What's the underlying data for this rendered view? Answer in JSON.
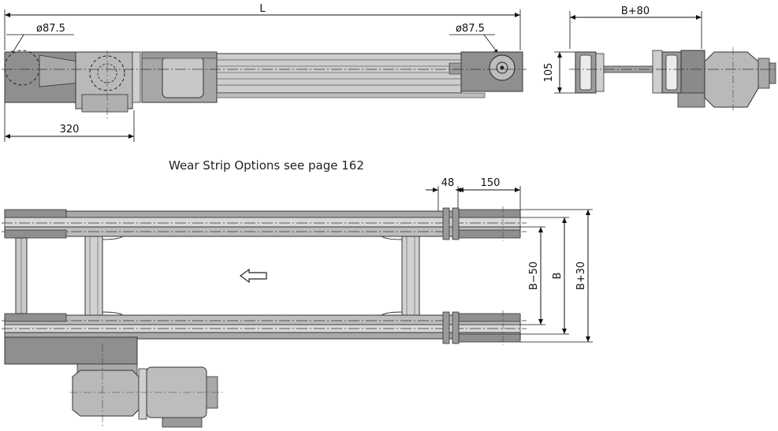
{
  "dimensions": {
    "length": "L",
    "dia_left": "ø87.5",
    "dia_right": "ø87.5",
    "drive_offset": "320",
    "width_plus_80": "B+80",
    "height_105": "105",
    "dim_48": "48",
    "dim_150": "150",
    "b_minus_50": "B−50",
    "b": "B",
    "b_plus_30": "B+30"
  },
  "note": "Wear Strip Options see page 162"
}
